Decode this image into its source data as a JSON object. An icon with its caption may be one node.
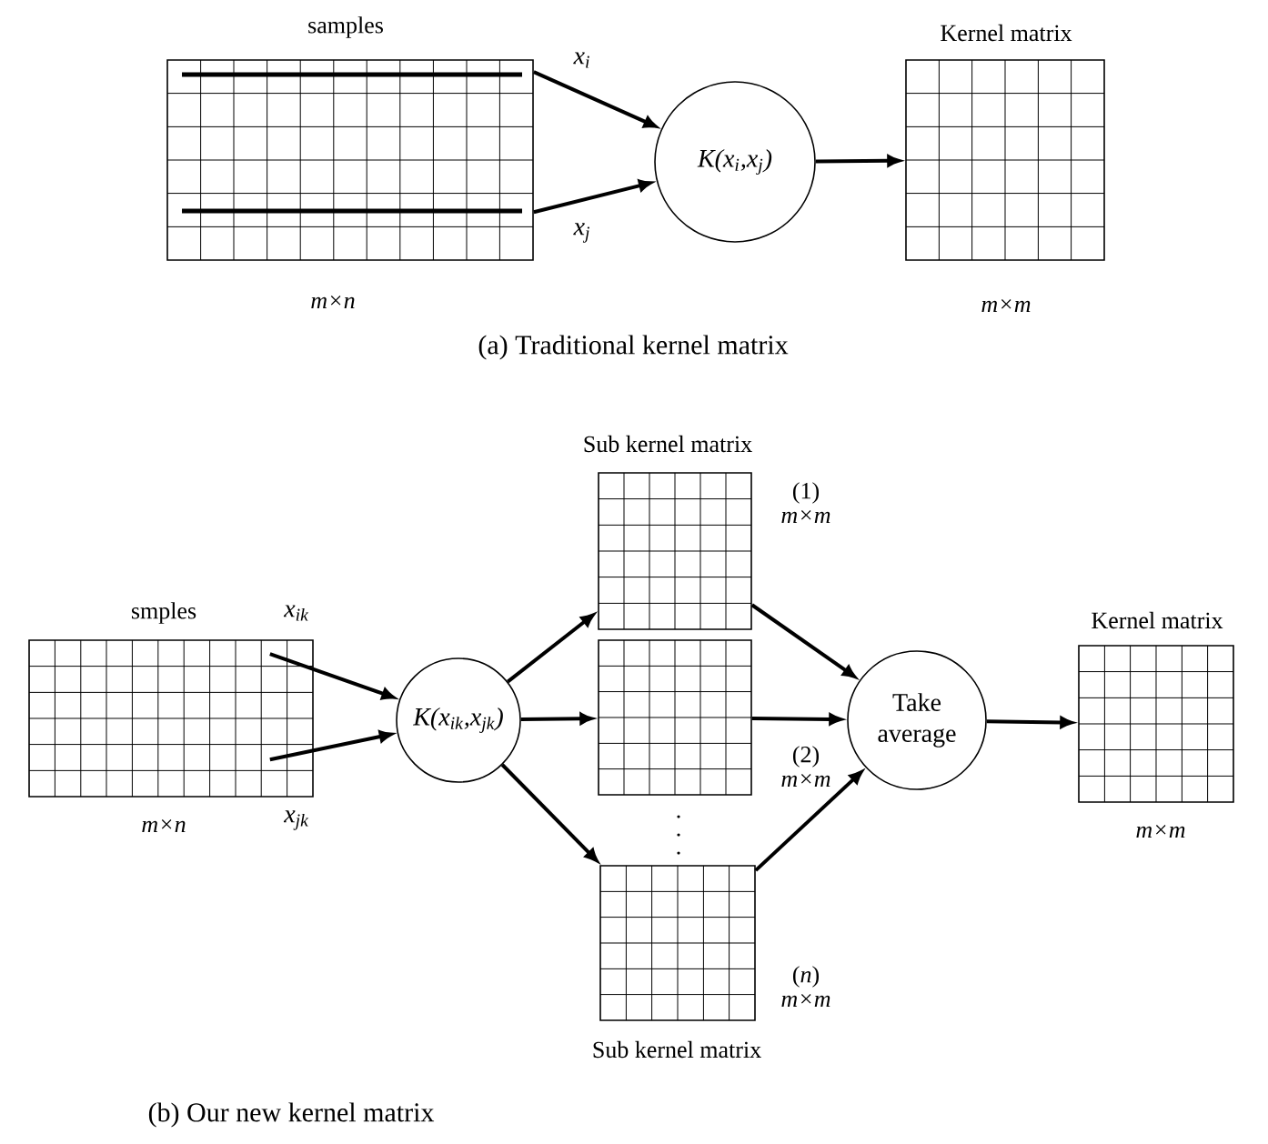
{
  "diagram": {
    "nodes": [
      {
        "text": [
          "samples"
        ],
        "beside": [
          "m×n"
        ]
      },
      {
        "text": [
          "K(x$_{i}$,x$_{j}$)"
        ]
      },
      {
        "text": [
          "Kernel matrix"
        ],
        "beside": [
          "m×m"
        ]
      },
      {
        "text": [
          "smples"
        ],
        "beside": [
          "m×n"
        ]
      },
      {
        "text": [
          "K(x$_{ik}$,x$_{jk}$)"
        ]
      },
      {
        "text": [
          "Sub kernel matrix"
        ],
        "beside": [
          "(1)",
          "m×m"
        ]
      },
      {
        "text": [],
        "shape": "box",
        "beside": [
          "(2)",
          "m×m"
        ]
      },
      {
        "text": [
          "Sub kernel matrix"
        ],
        "beside": [
          "(*n*)",
          "m×m"
        ]
      },
      {
        "text": [
          "Take average"
        ]
      },
      {
        "text": [
          "Kernel matrix"
        ],
        "beside": [
          "m×m"
        ]
      }
    ],
    "edges": [
      {
        "from": 0,
        "to": 1,
        "arrow": "to",
        "label": "x$_{i}$"
      },
      {
        "from": 0,
        "to": 1,
        "arrow": "to",
        "label": "x$_{j}$"
      },
      {
        "from": 1,
        "to": 2,
        "arrow": "to"
      },
      {
        "from": 3,
        "to": 4,
        "arrow": "to",
        "label": "x$_{ik}$"
      },
      {
        "from": 3,
        "to": 4,
        "arrow": "to",
        "label": "x$_{jk}$"
      },
      {
        "from": 4,
        "to": 5,
        "arrow": "to"
      },
      {
        "from": 4,
        "to": 6,
        "arrow": "to"
      },
      {
        "from": 4,
        "to": 7,
        "arrow": "to"
      },
      {
        "from": 5,
        "to": 8,
        "arrow": "to"
      },
      {
        "from": 6,
        "to": 8,
        "arrow": "to"
      },
      {
        "from": 7,
        "to": 8,
        "arrow": "to"
      },
      {
        "from": 8,
        "to": 9,
        "arrow": "to"
      }
    ],
    "labels": [
      "(a) Traditional kernel matrix",
      "(b) Our new kernel matrix"
    ]
  }
}
